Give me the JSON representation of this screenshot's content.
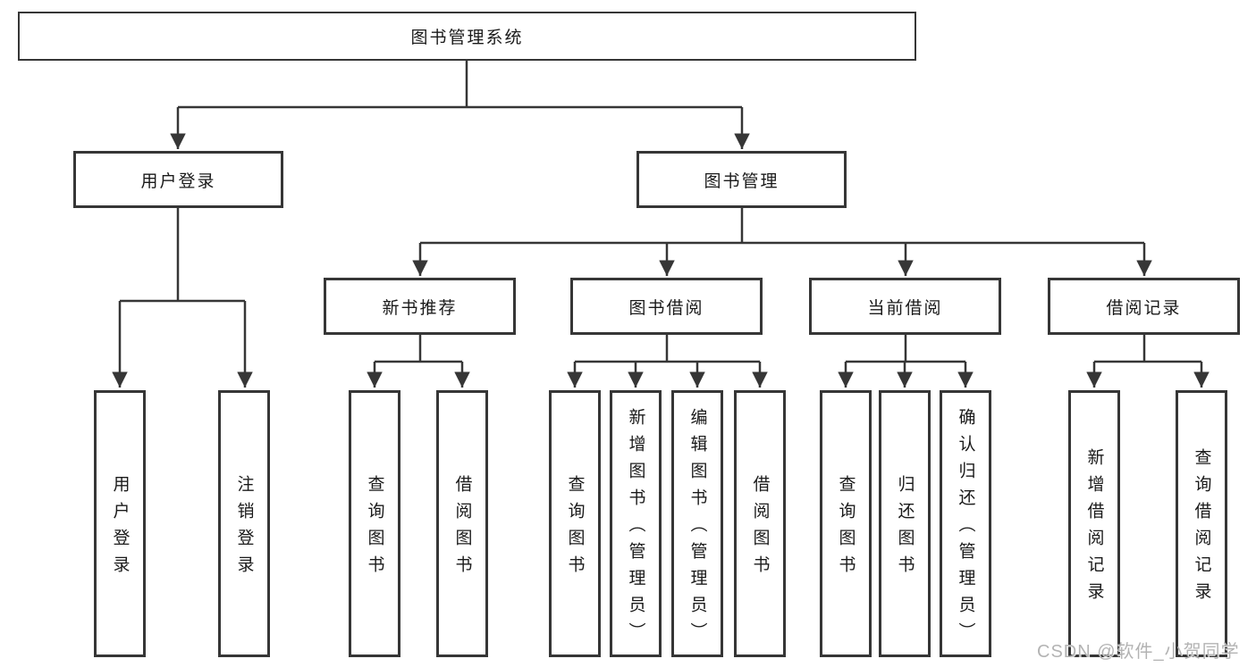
{
  "diagram": {
    "root": {
      "label": "图书管理系统"
    },
    "branches": [
      {
        "label": "用户登录",
        "leaves": [
          {
            "label": "用户登录"
          },
          {
            "label": "注销登录"
          }
        ]
      },
      {
        "label": "图书管理",
        "groups": [
          {
            "label": "新书推荐",
            "leaves": [
              {
                "label": "查询图书"
              },
              {
                "label": "借阅图书"
              }
            ]
          },
          {
            "label": "图书借阅",
            "leaves": [
              {
                "label": "查询图书"
              },
              {
                "label": "新增图书（管理员）"
              },
              {
                "label": "编辑图书（管理员）"
              },
              {
                "label": "借阅图书"
              }
            ]
          },
          {
            "label": "当前借阅",
            "leaves": [
              {
                "label": "查询图书"
              },
              {
                "label": "归还图书"
              },
              {
                "label": "确认归还（管理员）"
              }
            ]
          },
          {
            "label": "借阅记录",
            "leaves": [
              {
                "label": "新增借阅记录"
              },
              {
                "label": "查询借阅记录"
              }
            ]
          }
        ]
      }
    ]
  },
  "watermark": {
    "text": "CSDN @软件_小贺同学"
  },
  "colors": {
    "line": "#363636",
    "box_border": "#363636",
    "text": "#1a1a1a",
    "background": "#ffffff",
    "watermark": "#b3b3b3"
  }
}
